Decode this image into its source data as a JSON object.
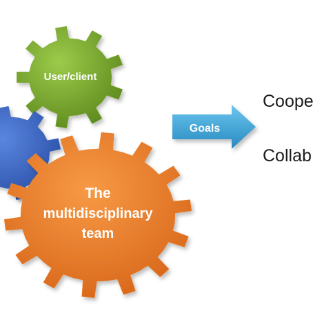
{
  "diagram": {
    "gears": [
      {
        "id": "user-client",
        "label": "User/client",
        "color": "#7aa82e"
      },
      {
        "id": "blue",
        "label": "",
        "color": "#3a66c4"
      },
      {
        "id": "team",
        "label_lines": [
          "The",
          "multidisciplinary",
          "team"
        ],
        "color": "#ec7a23"
      }
    ],
    "arrow": {
      "label": "Goals",
      "color": "#3aa5d8"
    },
    "outcomes": [
      "Coope",
      "Collab"
    ]
  }
}
